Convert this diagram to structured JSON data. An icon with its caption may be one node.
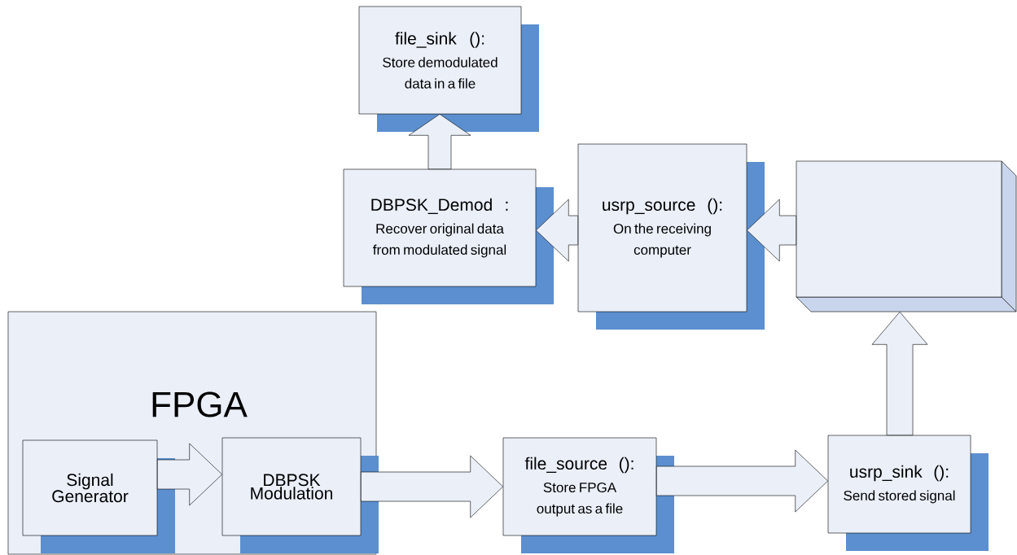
{
  "diagram": {
    "nodes": [
      {
        "text": [
          "file_sink ():",
          "Store demodulated data in a file"
        ]
      },
      {
        "text": [
          "DBPSK_Demod :",
          "Recover original data from modulated signal"
        ]
      },
      {
        "text": [
          "usrp_source ():",
          "On the receiving computer"
        ]
      },
      {
        "text": [],
        "shape": "box"
      },
      {
        "text": [
          "FPGA"
        ]
      },
      {
        "text": [
          "Signal Generator"
        ],
        "in": 4
      },
      {
        "text": [
          "DBPSK Modulation"
        ],
        "in": 4
      },
      {
        "text": [
          "file_source ():",
          "Store FPGA output as a file"
        ]
      },
      {
        "text": [
          "usrp_sink ():",
          "Send stored signal"
        ]
      }
    ],
    "edges": [
      {
        "from": 5,
        "to": 6,
        "arrow": "to"
      },
      {
        "from": 6,
        "to": 7,
        "arrow": "to"
      },
      {
        "from": 7,
        "to": 8,
        "arrow": "to"
      },
      {
        "from": 8,
        "to": 3,
        "arrow": "to"
      },
      {
        "from": 3,
        "to": 2,
        "arrow": "to"
      },
      {
        "from": 2,
        "to": 1,
        "arrow": "to"
      },
      {
        "from": 1,
        "to": 0,
        "arrow": "to"
      }
    ]
  }
}
